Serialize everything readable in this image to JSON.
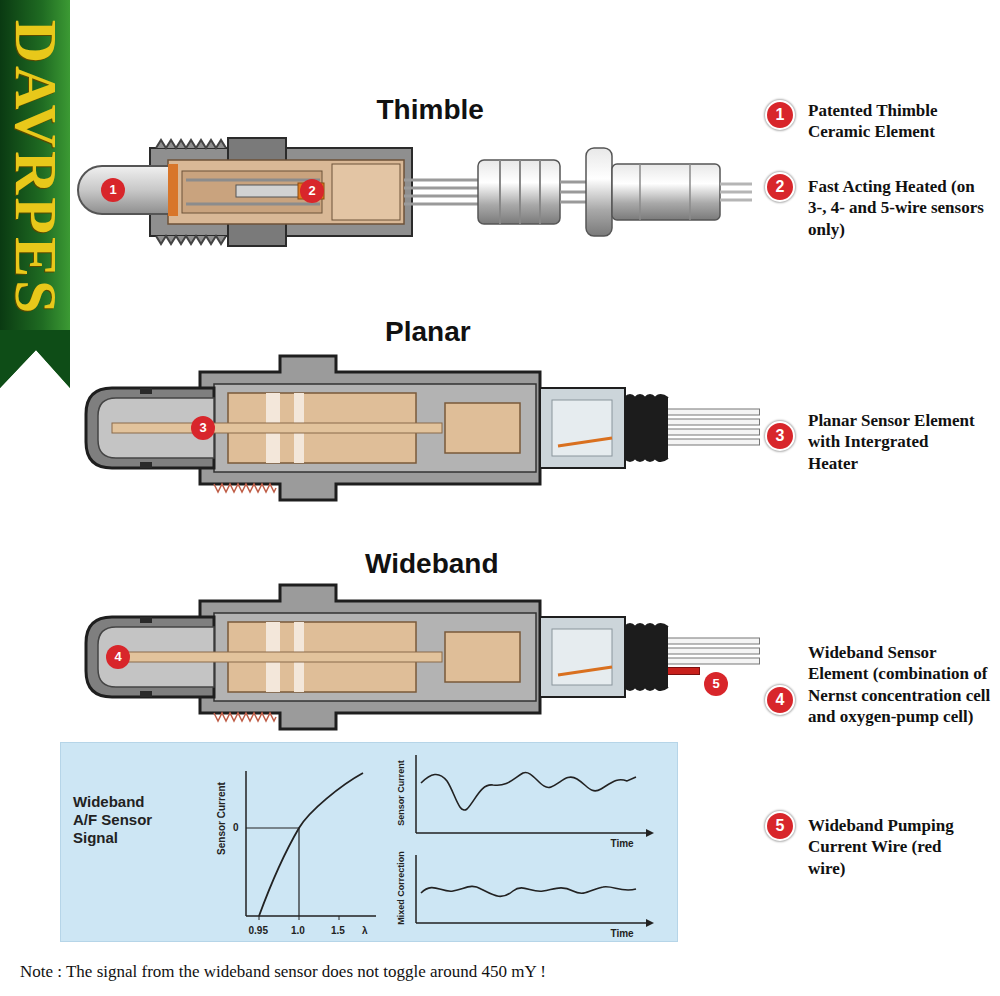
{
  "diagram": {
    "nodes": [
      {
        "text": [
          "Wideband A/F Sensor Signal"
        ]
      }
    ],
    "labels": [
      "DAVRPES",
      "Thimble",
      "1",
      "2",
      "1",
      "Patented Thimble Ceramic Element",
      "2",
      "Fast Acting Heated (on 3-, 4- and 5-wire sensors only)",
      "Planar",
      "3",
      "3",
      "Planar Sensor Element with Intergrated Heater",
      "Wideband",
      "4",
      "5",
      "4",
      "Wideband Sensor Element (combination of Nernst concentration cell and oxygen-pump cell)",
      "5",
      "Wideband Pumping Current Wire (red wire)",
      "Sensor Current",
      "0",
      "0.95",
      "1.0",
      "1.5",
      "λ",
      "Sensor Current",
      "Time",
      "Mixed Correction",
      "Time",
      "Note : The signal from the wideband sensor does not toggle around 450 mY !"
    ]
  }
}
